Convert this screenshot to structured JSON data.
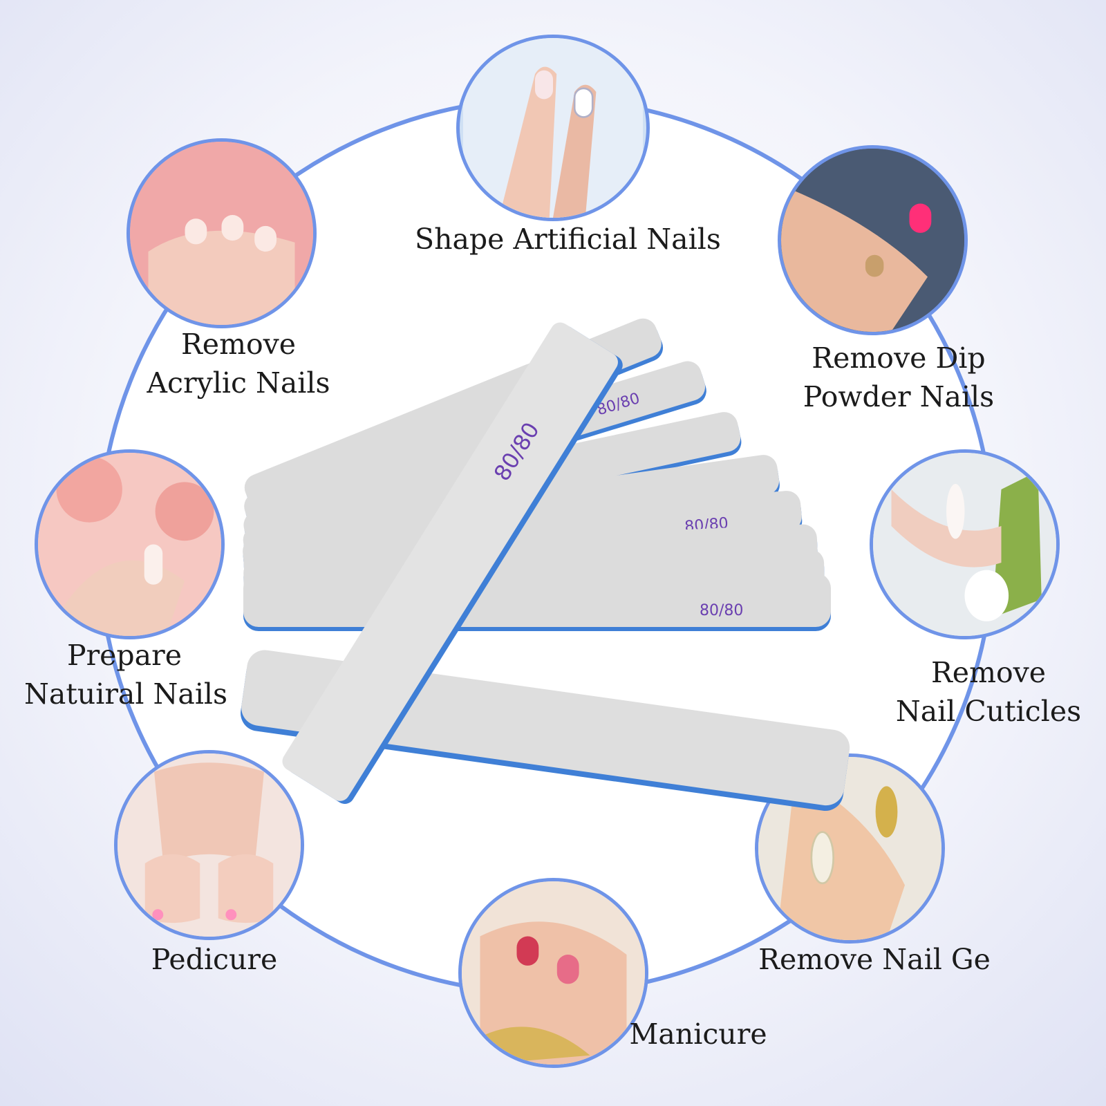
{
  "files": {
    "grit_label": "80/80",
    "colors": {
      "surface": "#dcdcdc",
      "core": "#3f7fd6",
      "text": "#6a3fb0"
    },
    "count": 10
  },
  "uses": [
    {
      "id": "shape-artificial",
      "lines": [
        "Shape Artificial Nails"
      ],
      "icon": "hand-photo"
    },
    {
      "id": "remove-acrylic",
      "lines": [
        "Remove",
        "Acrylic Nails"
      ],
      "icon": "hand-photo"
    },
    {
      "id": "remove-dip",
      "lines": [
        "Remove Dip",
        "Powder Nails"
      ],
      "icon": "hand-photo"
    },
    {
      "id": "prepare-natural",
      "lines": [
        "Prepare",
        "Natuiral Nails"
      ],
      "icon": "hand-photo"
    },
    {
      "id": "remove-cuticles",
      "lines": [
        "Remove",
        "Nail Cuticles"
      ],
      "icon": "hand-photo"
    },
    {
      "id": "pedicure",
      "lines": [
        "Pedicure"
      ],
      "icon": "feet-photo"
    },
    {
      "id": "remove-gel",
      "lines": [
        "Remove Nail Ge"
      ],
      "icon": "hand-photo"
    },
    {
      "id": "manicure",
      "lines": [
        "Manicure"
      ],
      "icon": "hand-photo"
    }
  ],
  "theme": {
    "accent": "#6f94e8",
    "background": "#eef0fa"
  }
}
